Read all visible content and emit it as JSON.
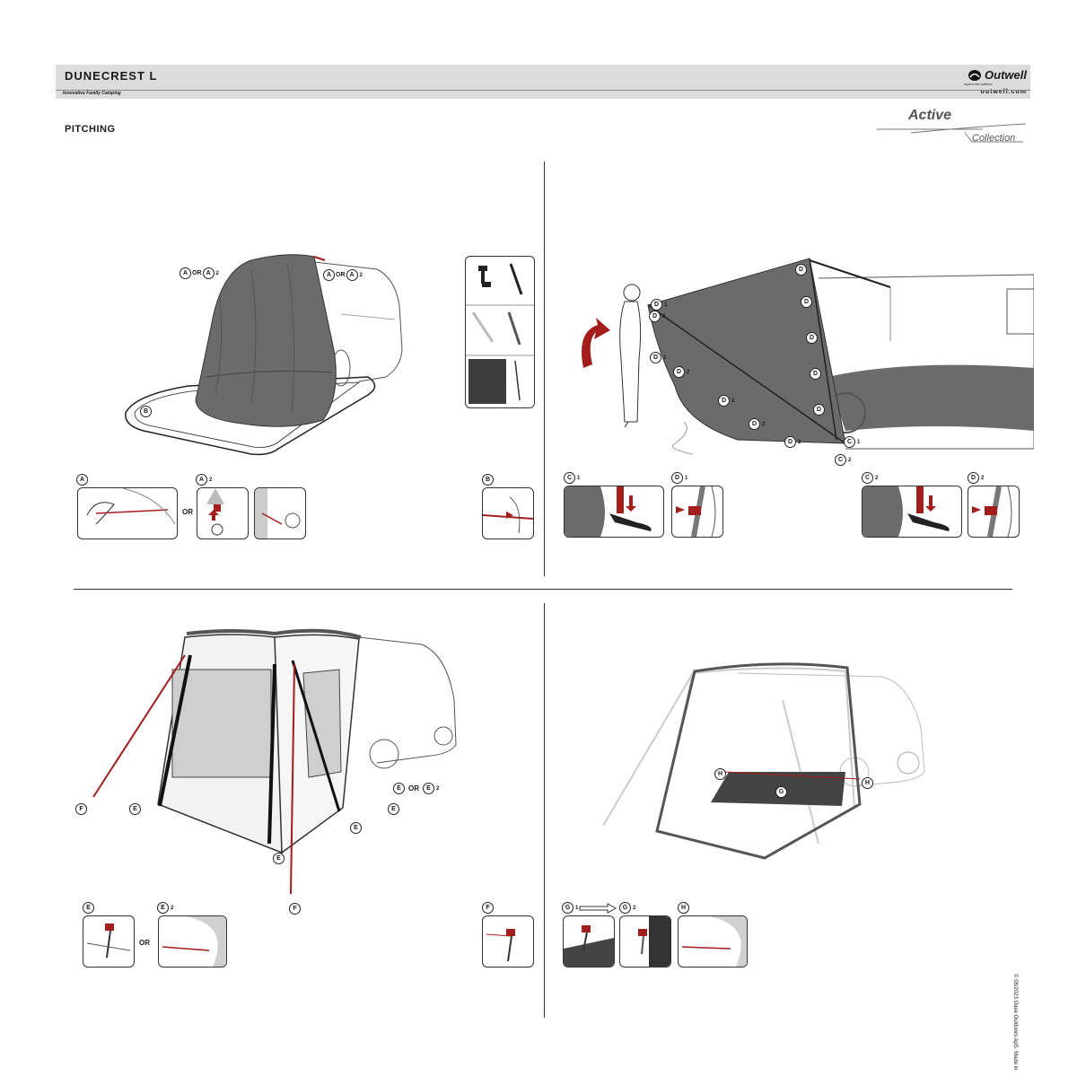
{
  "header": {
    "title": "DUNECREST L",
    "tagline": "Innovative Family Camping",
    "brand": "Outwell",
    "brand_sub": "explore the outdoors",
    "site": "outwell.com"
  },
  "section_title": "PITCHING",
  "collection_logo": {
    "line1": "Active",
    "line2": "Collection"
  },
  "labels": {
    "A": "A",
    "B": "B",
    "C": "C",
    "D": "D",
    "E": "E",
    "F": "F",
    "G": "G",
    "H": "H",
    "sub1": "1",
    "sub2": "2",
    "or": "OR"
  },
  "copyright": "© 08/2023 Oase Outdoors ApS. Made in",
  "colors": {
    "accent": "#a31d1d",
    "tent": "#6b6b6b",
    "line": "#222222",
    "header_bg": "#dcdcdc"
  }
}
